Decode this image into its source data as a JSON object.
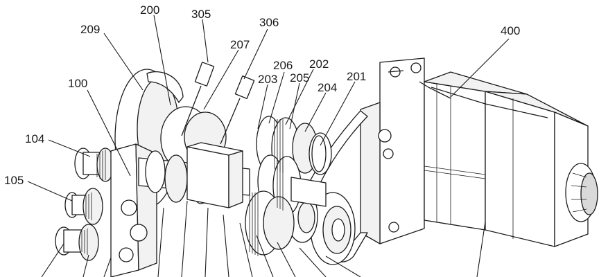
{
  "labels": [
    {
      "id": "200",
      "text": "200"
    },
    {
      "id": "305",
      "text": "305"
    },
    {
      "id": "209",
      "text": "209"
    },
    {
      "id": "306",
      "text": "306"
    },
    {
      "id": "207",
      "text": "207"
    },
    {
      "id": "400",
      "text": "400"
    },
    {
      "id": "206",
      "text": "206"
    },
    {
      "id": "202",
      "text": "202"
    },
    {
      "id": "100",
      "text": "100"
    },
    {
      "id": "203",
      "text": "203"
    },
    {
      "id": "205",
      "text": "205"
    },
    {
      "id": "204",
      "text": "204"
    },
    {
      "id": "201",
      "text": "201"
    },
    {
      "id": "104",
      "text": "104"
    },
    {
      "id": "105",
      "text": "105"
    }
  ]
}
